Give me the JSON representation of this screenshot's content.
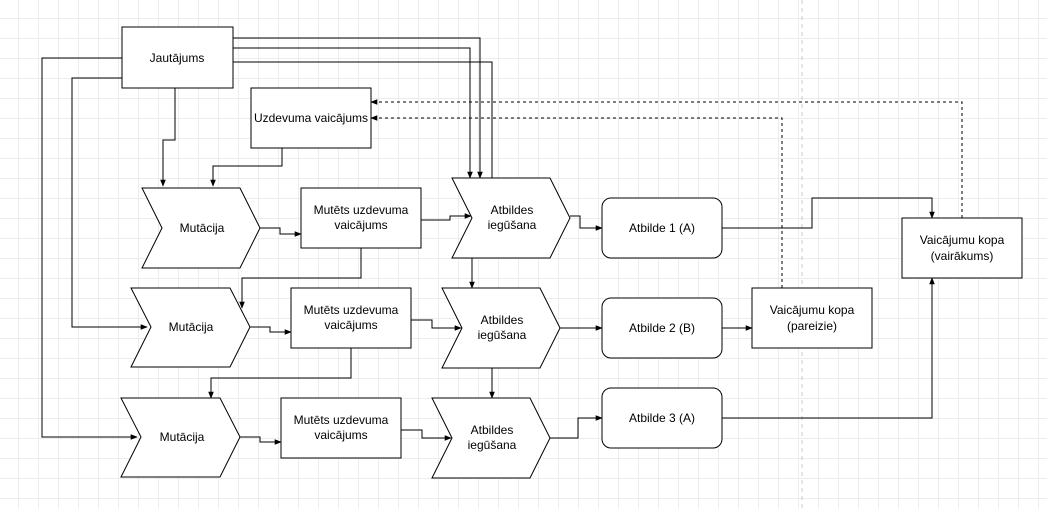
{
  "diagram": {
    "jautajums": "Jautājums",
    "uzdevuma_vaicajums": "Uzdevuma vaicājums",
    "mutacija_1": "Mutācija",
    "mutacija_2": "Mutācija",
    "mutacija_3": "Mutācija",
    "mutets_1": [
      "Mutēts uzdevuma",
      "vaicājums"
    ],
    "mutets_2": [
      "Mutēts uzdevuma",
      "vaicājums"
    ],
    "mutets_3": [
      "Mutēts uzdevuma",
      "vaicājums"
    ],
    "atbildes_1": [
      "Atbildes",
      "iegūšana"
    ],
    "atbildes_2": [
      "Atbildes",
      "iegūšana"
    ],
    "atbildes_3": [
      "Atbildes",
      "iegūšana"
    ],
    "atbilde_1": "Atbilde 1 (A)",
    "atbilde_2": "Atbilde 2 (B)",
    "atbilde_3": "Atbilde 3 (A)",
    "kopa_pareizie": [
      "Vaicājumu kopa",
      "(pareizie)"
    ],
    "kopa_vairakums": [
      "Vaicājumu kopa",
      "(vairākums)"
    ]
  },
  "colors": {
    "stroke": "#000000",
    "fill": "#ffffff",
    "grid": "#ececec"
  }
}
